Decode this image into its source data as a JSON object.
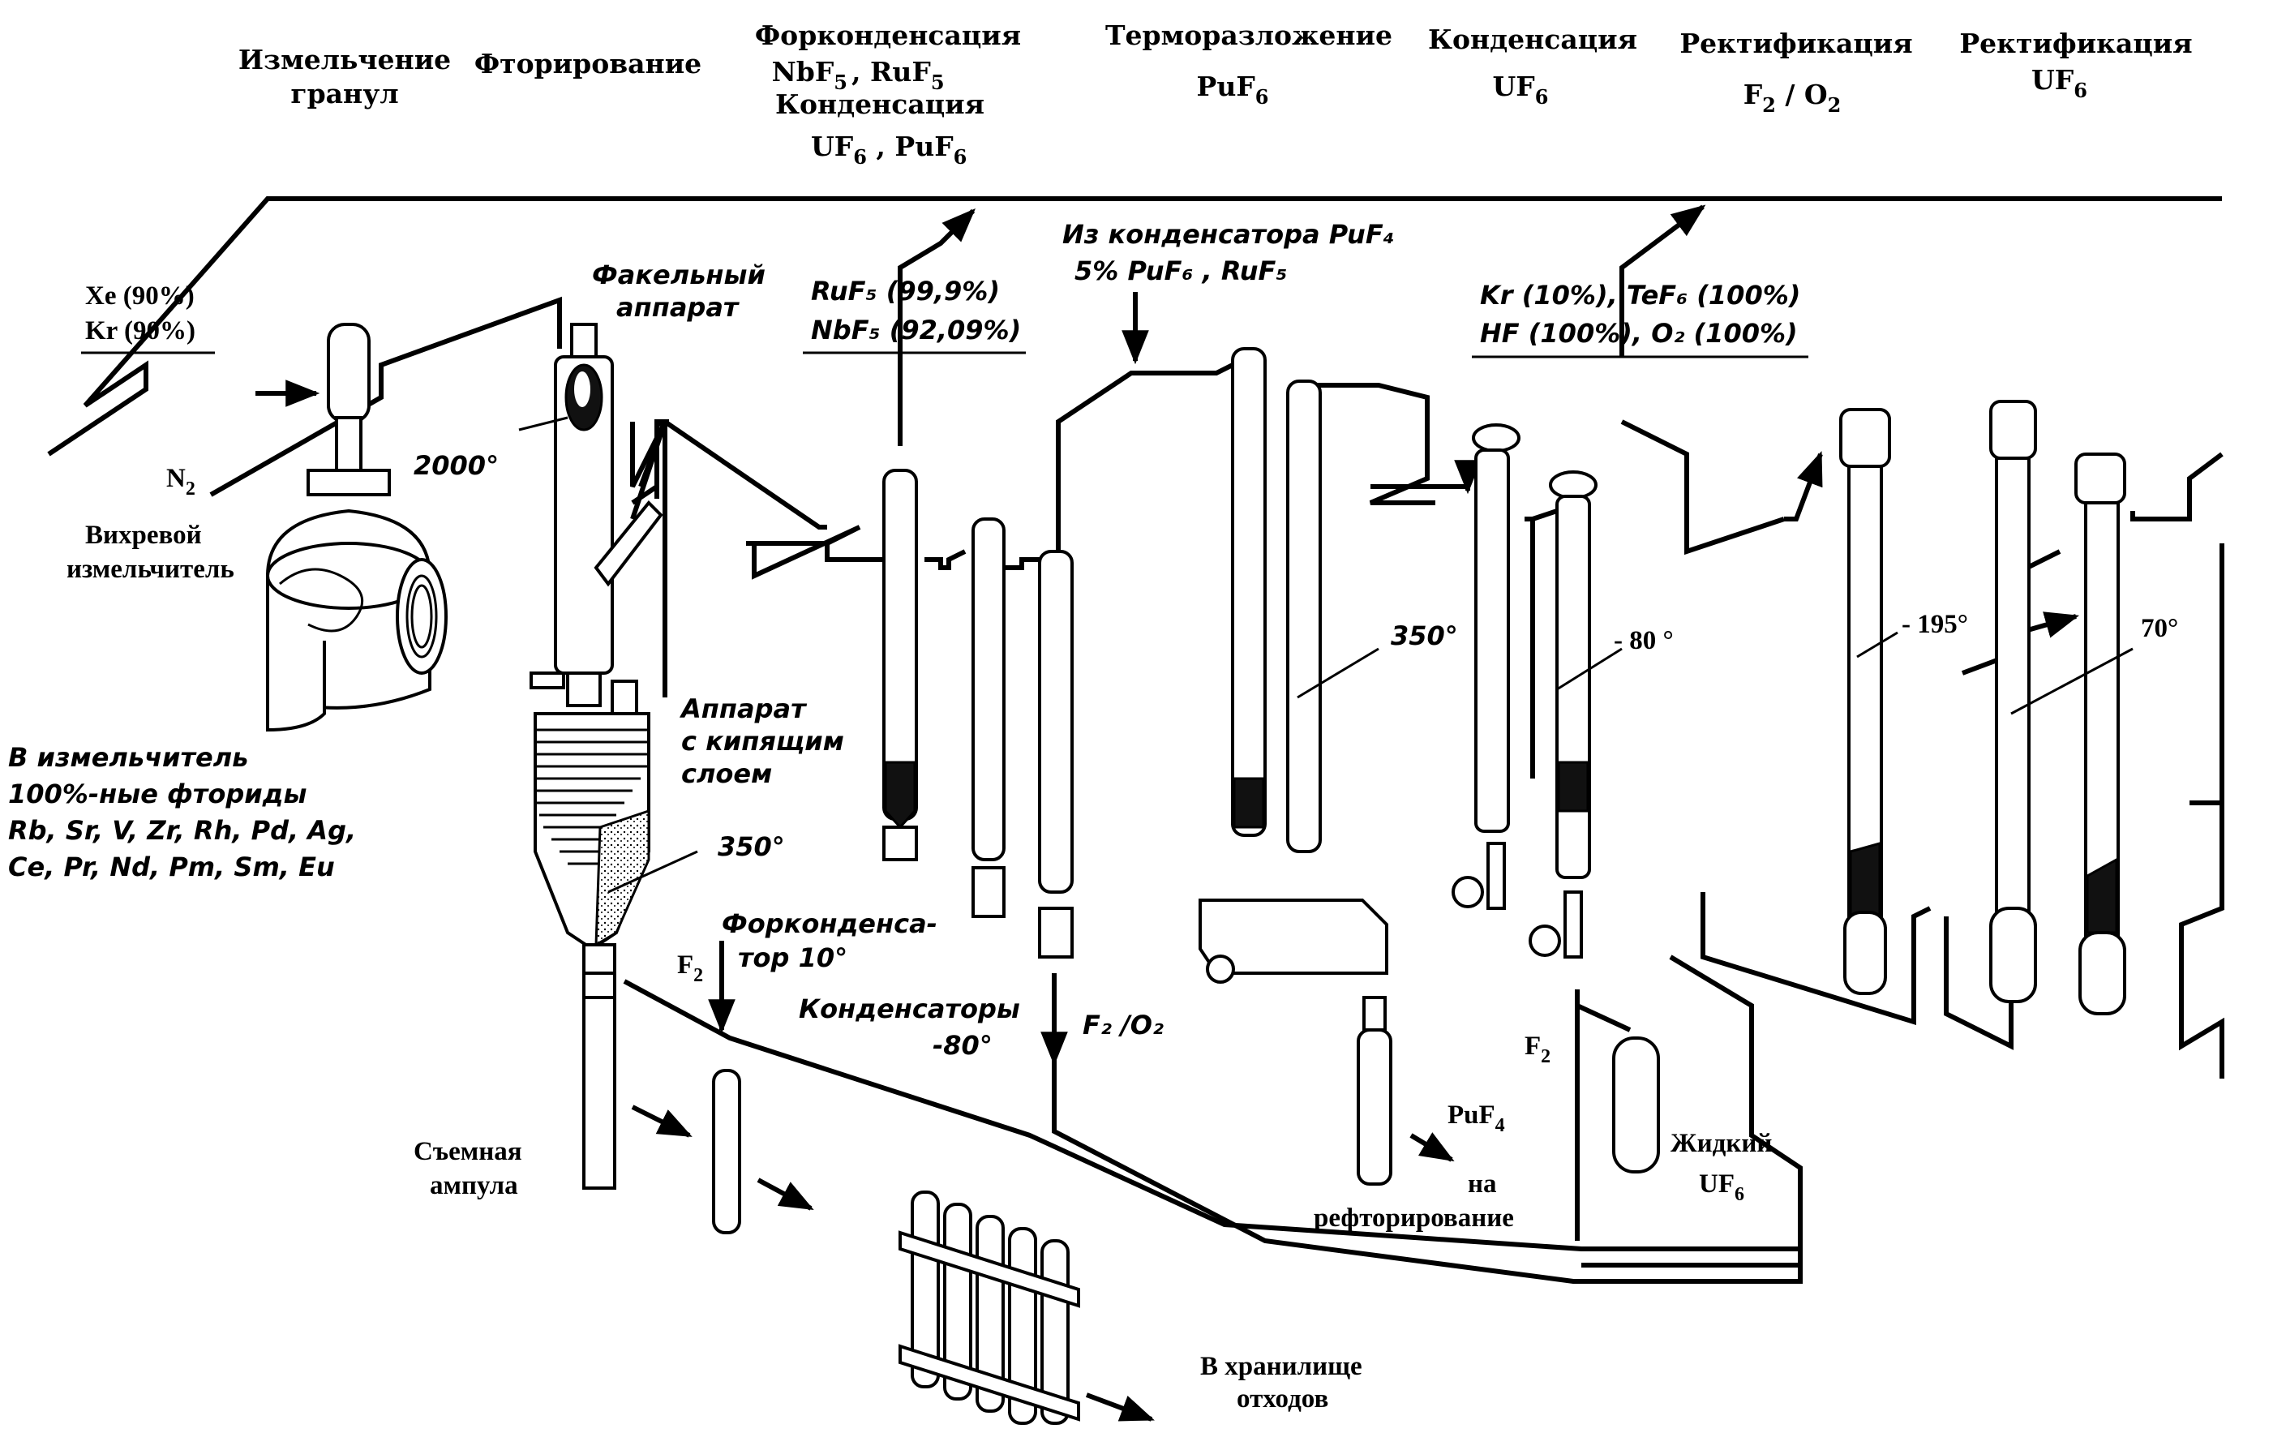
{
  "stages": {
    "milling": [
      "Измельчение",
      "гранул"
    ],
    "fluorination": "Фторирование",
    "precondensation": [
      "Форконденсация",
      "NbF",
      "5",
      " , RuF",
      "5",
      "Конденсация",
      "UF",
      "6",
      " , PuF",
      "6"
    ],
    "thermal_decomposition": [
      "Терморазложение",
      "PuF",
      "6"
    ],
    "condensation": [
      "Конденсация",
      "UF",
      "6"
    ],
    "rectification_f2o2": [
      "Ректификация",
      "F",
      "2",
      " / O",
      "2"
    ],
    "rectification_uf6": [
      "Ректификация",
      "UF",
      "6"
    ]
  },
  "labels": {
    "xe": "Xe (90%)",
    "kr": "Kr (90%)",
    "n2": "N",
    "n2_sub": "2",
    "vortex_mill": [
      "Вихревой",
      "измельчитель"
    ],
    "to_mill": [
      "В измельчитель",
      "100%-ные фториды",
      "Rb, Sr, V, Zr, Rh, Pd, Ag,",
      "Ce, Pr, Nd, Pm, Sm, Eu"
    ],
    "flame_apparatus": [
      "Факельный",
      "аппарат"
    ],
    "temp_2000": "2000°",
    "fluidized_bed": [
      "Аппарат",
      "с кипящим",
      "слоем"
    ],
    "temp_350_bed": "350°",
    "ruf5_nbf5": [
      "RuF₅ (99,9%)",
      "NbF₅ (92,09%)"
    ],
    "from_condenser": [
      "Из конденсатора PuF₄",
      "5% PuF₆ , RuF₅"
    ],
    "precondenser": [
      "Форконденса-",
      "тор 10°"
    ],
    "condensers": [
      "Конденсаторы",
      "-80°"
    ],
    "f2_left": "F",
    "f2_left_sub": "2",
    "f2o2": "F₂ /O₂",
    "temp_350_tower": "350°",
    "temp_minus80": "- 80 °",
    "kr_tef6": [
      "Kr (10%), TeF₆ (100%)",
      "HF (100%), O₂ (100%)"
    ],
    "temp_minus195": "- 195°",
    "temp_70": "70°",
    "puf4": "PuF",
    "puf4_sub": "4",
    "to_refluorination": [
      "на",
      "рефторирование"
    ],
    "f2_right": "F",
    "f2_right_sub": "2",
    "liquid_uf6": [
      "Жидкий",
      "UF",
      "6"
    ],
    "removable_ampoule": [
      "Съемная",
      "ампула"
    ],
    "waste_storage": [
      "В хранилище",
      "отходов"
    ]
  }
}
